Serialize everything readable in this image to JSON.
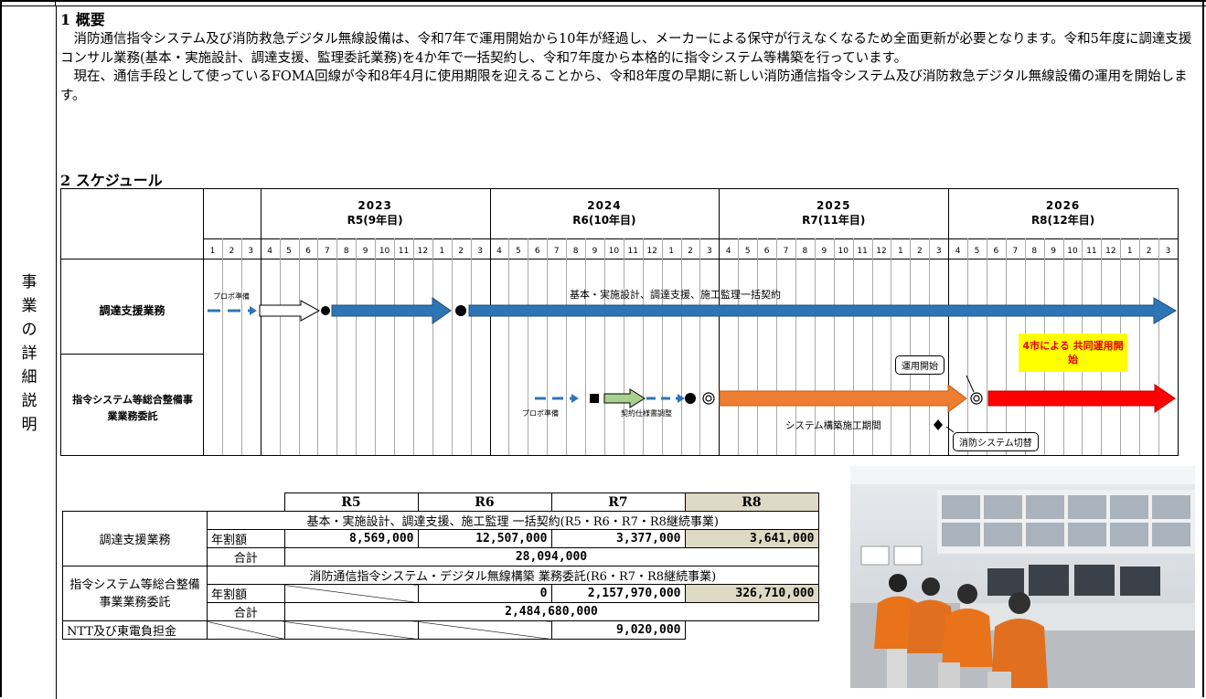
{
  "side_label": "事業の詳細説明",
  "sections": {
    "overview_title": "1 概要",
    "overview_p1": "消防通信指令システム及び消防救急デジタル無線設備は、令和7年で運用開始から10年が経過し、メーカーによる保守が行えなくなるため全面更新が必要となります。令和5年度に調達支援コンサル業務(基本・実施設計、調達支援、監理委託業務)を4か年で一括契約し、令和7年度から本格的に指令システム等構築を行っています。",
    "overview_p2": "現在、通信手段として使っているFOMA回線が令和8年4月に使用期限を迎えることから、令和8年度の早期に新しい消防通信指令システム及び消防救急デジタル無線設備の運用を開始します。",
    "schedule_title": "2 スケジュール"
  },
  "gantt": {
    "years": [
      {
        "year": "2023",
        "era": "R5(9年目)"
      },
      {
        "year": "2024",
        "era": "R6(10年目)"
      },
      {
        "year": "2025",
        "era": "R7(11年目)"
      },
      {
        "year": "2026",
        "era": "R8(12年目)"
      }
    ],
    "months": [
      "1",
      "2",
      "3",
      "4",
      "5",
      "6",
      "7",
      "8",
      "9",
      "10",
      "11",
      "12",
      "1",
      "2",
      "3",
      "4",
      "5",
      "6",
      "7",
      "8",
      "9",
      "10",
      "11",
      "12",
      "1",
      "2",
      "3",
      "4",
      "5",
      "6",
      "7",
      "8",
      "9",
      "10",
      "11",
      "12",
      "1",
      "2",
      "3",
      "4",
      "5",
      "6",
      "7",
      "8",
      "9",
      "10",
      "11",
      "12",
      "1",
      "2",
      "3"
    ],
    "row1_label": "調達支援業務",
    "row2_label": "指令システム等総合整備事業業務委託",
    "proposal_prep_1": "プロポ準備",
    "contract_label": "基本・実施設計、調達支援、施工監理一括契約",
    "proposal_prep_2": "プロポ準備",
    "spec_adjust": "契約仕様書調整",
    "build_period": "システム構築施工期間",
    "callout_start": "運用開始",
    "callout_switch": "消防システム切替",
    "joint_ops": "4市による 共同運用開始",
    "colors": {
      "blue": "#2e75b6",
      "orange": "#ed7d31",
      "red": "#ff0000",
      "green": "#a9d18e",
      "yellow": "#ffff00"
    }
  },
  "budget": {
    "headers": [
      "R5",
      "R6",
      "R7",
      "R8"
    ],
    "proc_support": {
      "label": "調達支援業務",
      "desc": "基本・実施設計、調達支援、施工監理 一括契約(R5・R6・R7・R8継続事業)",
      "annual_label": "年割額",
      "annual": [
        "8,569,000",
        "12,507,000",
        "3,377,000",
        "3,641,000"
      ],
      "total_label": "合計",
      "total": "28,094,000"
    },
    "command_system": {
      "label": "指令システム等総合整備事業業務委託",
      "desc": "消防通信指令システム・デジタル無線構築 業務委託(R6・R7・R8継続事業)",
      "annual_label": "年割額",
      "annual_r6": "0",
      "annual_r7": "2,157,970,000",
      "annual_r8": "326,710,000",
      "total_label": "合計",
      "total": "2,484,680,000"
    },
    "ntt": {
      "label": "NTT及び東電負担金",
      "r7": "9,020,000"
    }
  }
}
